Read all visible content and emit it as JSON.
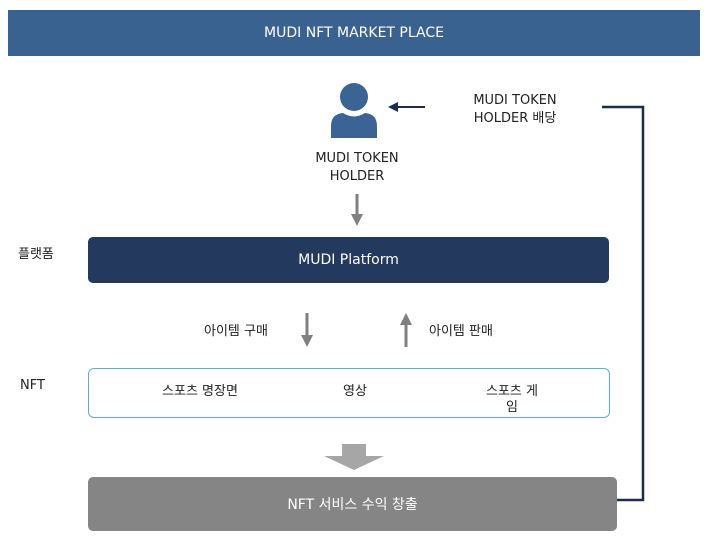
{
  "banner": {
    "title": "MUDI NFT MARKET PLACE"
  },
  "holder": {
    "line1": "MUDI TOKEN",
    "line2": "HOLDER"
  },
  "dividend": {
    "line1": "MUDI TOKEN",
    "line2": "HOLDER 배당"
  },
  "rows": {
    "platform_label": "플랫폼",
    "nft_label": "NFT"
  },
  "platform": {
    "label": "MUDI Platform"
  },
  "flows": {
    "buy": "아이템 구매",
    "sell": "아이템 판매"
  },
  "nft_items": {
    "item1": "스포츠 명장면",
    "item2": "영상",
    "item3_line1": "스포츠 게",
    "item3_line2": "임"
  },
  "revenue": {
    "label": "NFT 서비스 수익 창출"
  },
  "colors": {
    "banner": "#3a6290",
    "platform": "#233a5e",
    "revenue": "#858585",
    "person": "#3b6494",
    "nft_border": "#5aaee0",
    "arrow_gray": "#808080",
    "connector": "#1a2d4c"
  }
}
